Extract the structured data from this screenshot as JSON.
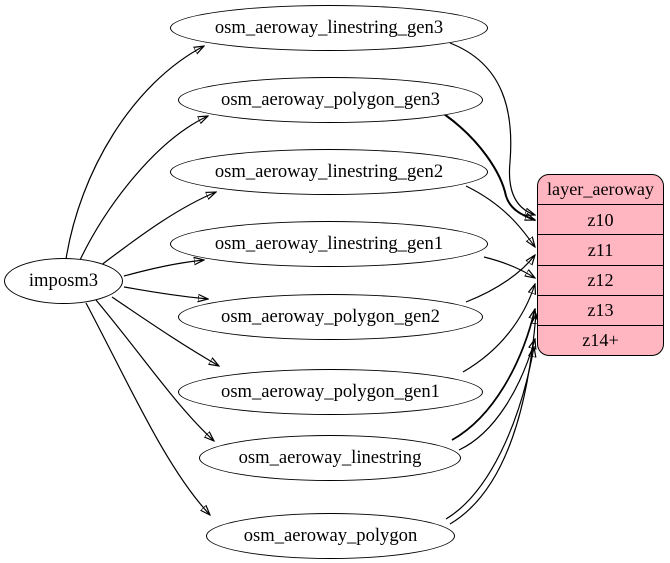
{
  "diagram": {
    "source": {
      "label": "imposm3"
    },
    "tables": [
      {
        "label": "osm_aeroway_linestring_gen3"
      },
      {
        "label": "osm_aeroway_polygon_gen3"
      },
      {
        "label": "osm_aeroway_linestring_gen2"
      },
      {
        "label": "osm_aeroway_linestring_gen1"
      },
      {
        "label": "osm_aeroway_polygon_gen2"
      },
      {
        "label": "osm_aeroway_polygon_gen1"
      },
      {
        "label": "osm_aeroway_linestring"
      },
      {
        "label": "osm_aeroway_polygon"
      }
    ],
    "layer": {
      "title": "layer_aeroway",
      "rows": [
        "z10",
        "z11",
        "z12",
        "z13",
        "z14+"
      ],
      "fill": "#ffb6c1",
      "stroke": "#000000"
    },
    "edges": {
      "source_to_tables": [
        [
          "imposm3",
          "osm_aeroway_linestring_gen3"
        ],
        [
          "imposm3",
          "osm_aeroway_polygon_gen3"
        ],
        [
          "imposm3",
          "osm_aeroway_linestring_gen2"
        ],
        [
          "imposm3",
          "osm_aeroway_linestring_gen1"
        ],
        [
          "imposm3",
          "osm_aeroway_polygon_gen2"
        ],
        [
          "imposm3",
          "osm_aeroway_polygon_gen1"
        ],
        [
          "imposm3",
          "osm_aeroway_linestring"
        ],
        [
          "imposm3",
          "osm_aeroway_polygon"
        ]
      ],
      "tables_to_layer": [
        [
          "osm_aeroway_linestring_gen3",
          "z10"
        ],
        [
          "osm_aeroway_polygon_gen3",
          "z10"
        ],
        [
          "osm_aeroway_linestring_gen2",
          "z11"
        ],
        [
          "osm_aeroway_polygon_gen2",
          "z11"
        ],
        [
          "osm_aeroway_linestring_gen1",
          "z12"
        ],
        [
          "osm_aeroway_polygon_gen1",
          "z12"
        ],
        [
          "osm_aeroway_linestring",
          "z13"
        ],
        [
          "osm_aeroway_polygon",
          "z13"
        ],
        [
          "osm_aeroway_linestring",
          "z14+"
        ],
        [
          "osm_aeroway_polygon",
          "z14+"
        ]
      ]
    }
  }
}
